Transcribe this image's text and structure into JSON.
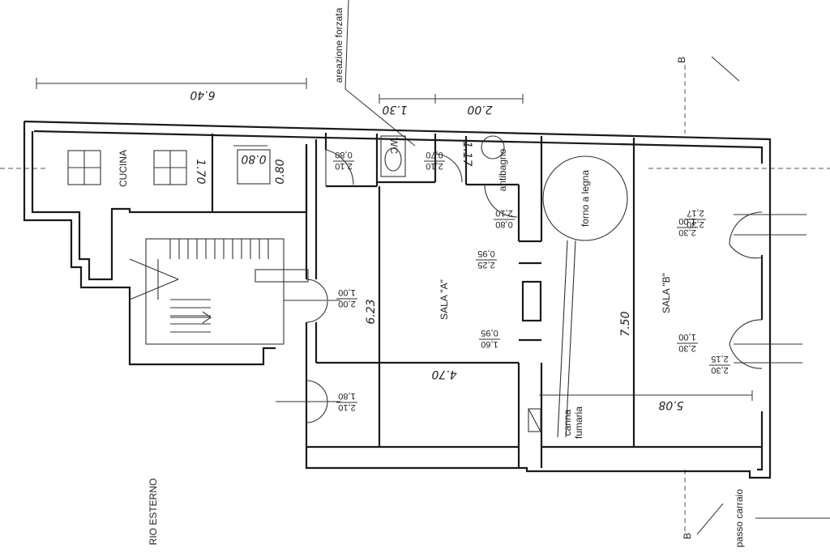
{
  "rooms": {
    "cucina": "CUCINA",
    "wc": "WC",
    "antibagno": "antibagno",
    "sala_a": "SALA \"A\"",
    "sala_b": "SALA \"B\"",
    "forno": "forno a legna",
    "canna_1": "canna",
    "canna_2": "fumaria"
  },
  "notes": {
    "areazione": "areazione forzata",
    "rio": "RIO ESTERNO",
    "passo": "passo carraio",
    "section_top": "B",
    "section_bottom": "B"
  },
  "dimensions": {
    "overall_width": "6.40",
    "wc_width": "1.30",
    "antibagno_width": "2.00",
    "cucina_depth": "1.70",
    "window_cucina": "0.80",
    "window_cucina_v": "0.80",
    "antibagno_v": "1.17",
    "sala_a_height": "6.23",
    "sala_a_width": "4.70",
    "sala_b_height": "7.50",
    "sala_b_width": "5.08"
  },
  "openings": [
    {
      "top": "2,10",
      "bottom": "0,80"
    },
    {
      "top": "2,10",
      "bottom": "0,70"
    },
    {
      "top": "0,80",
      "bottom": "2,10"
    },
    {
      "top": "2,25",
      "bottom": "0,95"
    },
    {
      "top": "2,00",
      "bottom": "1,00"
    },
    {
      "top": "1,60",
      "bottom": "0,95"
    },
    {
      "top": "2,10",
      "bottom": "1,80"
    },
    {
      "top": "2,30",
      "bottom": "2,17"
    },
    {
      "top": "2,30",
      "bottom": "1,00"
    },
    {
      "top": "2,30",
      "bottom": "1,00"
    },
    {
      "top": "2,30",
      "bottom": "2,15"
    }
  ]
}
